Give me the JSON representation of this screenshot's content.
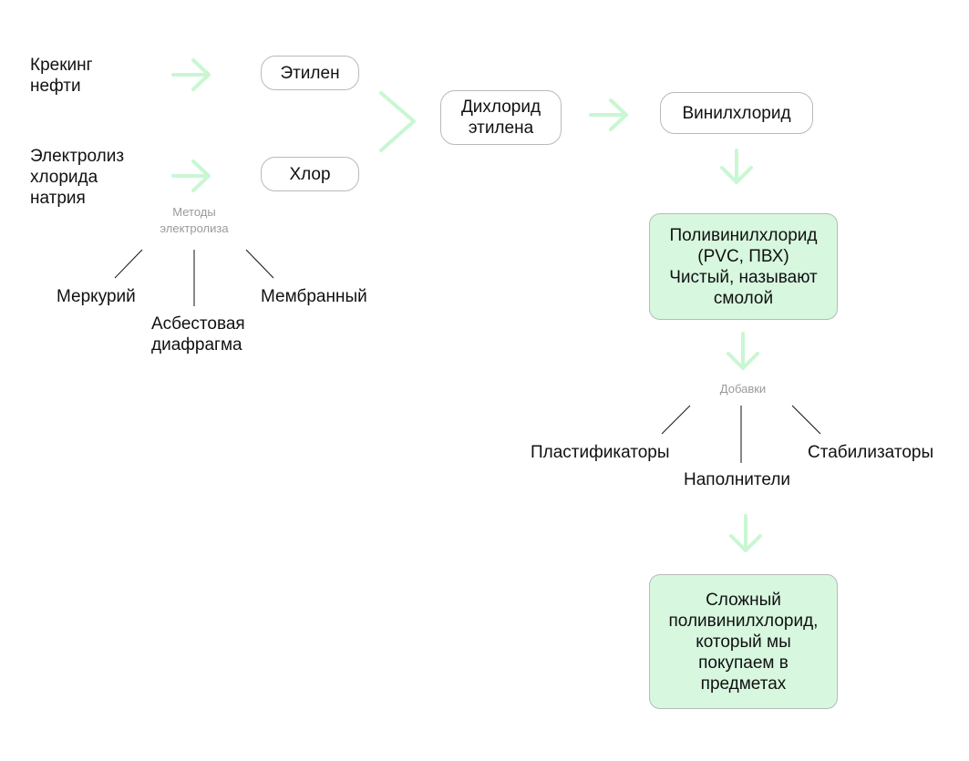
{
  "colors": {
    "arrow": "#c8f7d2",
    "node_green_fill": "#d7f7df",
    "node_border": "#b9b9b9",
    "connector": "#111111",
    "muted_text": "#9a9a9a"
  },
  "sources": {
    "cracking": "Крекинг\nнефти",
    "electrolysis": "Электролиз\nхлорида\nнатрия"
  },
  "nodes": {
    "ethylene": "Этилен",
    "chlorine": "Хлор",
    "dichloride": "Дихлорид\nэтилена",
    "vinyl_chloride": "Винилхлорид",
    "pvc": "Поливинилхлорид\n(PVC, ПВХ)\nЧистый, называют\nсмолой",
    "complex_pvc": "Сложный\nполивинилхлорид,\nкоторый мы\nпокупаем в\nпредметах"
  },
  "electrolysis_methods": {
    "label": "Методы\nэлектролиза",
    "items": [
      "Меркурий",
      "Асбестовая\nдиафрагма",
      "Мембранный"
    ]
  },
  "additives": {
    "label": "Добавки",
    "items": [
      "Пластификаторы",
      "Наполнители",
      "Стабилизаторы"
    ]
  }
}
